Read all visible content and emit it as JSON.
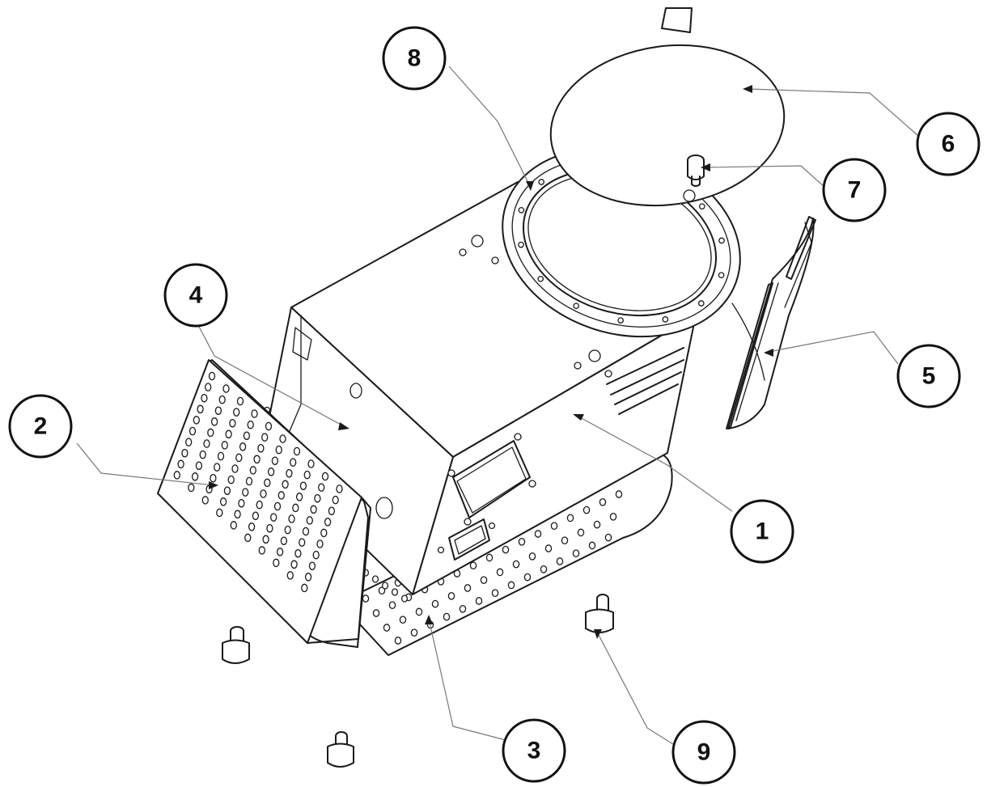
{
  "callouts": [
    {
      "id": "callout-1",
      "number": "1"
    },
    {
      "id": "callout-2",
      "number": "2"
    },
    {
      "id": "callout-3",
      "number": "3"
    },
    {
      "id": "callout-4",
      "number": "4"
    },
    {
      "id": "callout-5",
      "number": "5"
    },
    {
      "id": "callout-6",
      "number": "6"
    },
    {
      "id": "callout-7",
      "number": "7"
    },
    {
      "id": "callout-8",
      "number": "8"
    },
    {
      "id": "callout-9",
      "number": "9"
    }
  ]
}
